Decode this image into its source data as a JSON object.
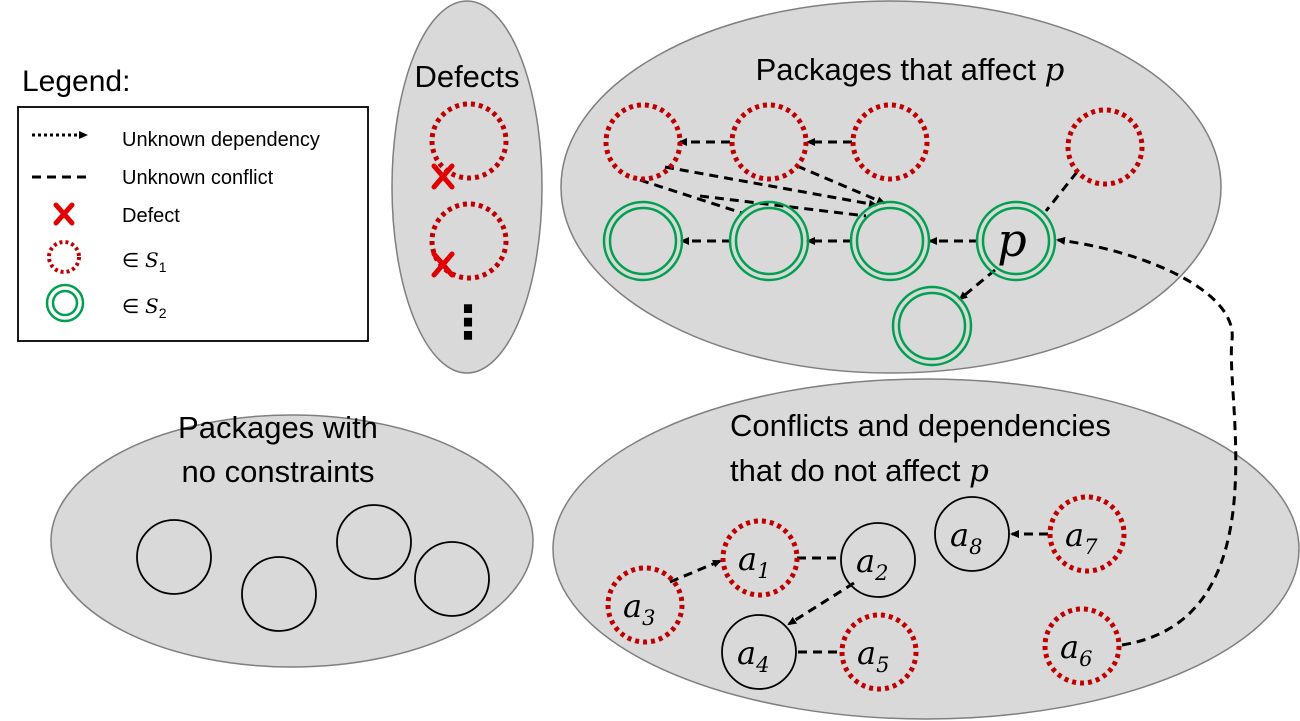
{
  "legend": {
    "title": "Legend:",
    "items": [
      {
        "key": "unknown-dependency",
        "label": "Unknown dependency"
      },
      {
        "key": "unknown-conflict",
        "label": "Unknown conflict"
      },
      {
        "key": "defect",
        "label": "Defect"
      },
      {
        "key": "s1",
        "label_prefix": "∈ ",
        "label_var": "S",
        "label_sub": "1"
      },
      {
        "key": "s2",
        "label_prefix": "∈ ",
        "label_var": "S",
        "label_sub": "2"
      }
    ]
  },
  "regions": {
    "defects": {
      "title": "Defects",
      "ellipsis": "⋮"
    },
    "affect_p": {
      "title_text": "Packages that affect ",
      "title_var": "p"
    },
    "no_constraints": {
      "title_line1": "Packages with",
      "title_line2": "no constraints"
    },
    "not_affect_p": {
      "title_line1": "Conflicts and dependencies",
      "title_line2_text": "that do not affect ",
      "title_line2_var": "p"
    }
  },
  "nodes": {
    "p_label": "p",
    "a1": {
      "base": "a",
      "sub": "1"
    },
    "a2": {
      "base": "a",
      "sub": "2"
    },
    "a3": {
      "base": "a",
      "sub": "3"
    },
    "a4": {
      "base": "a",
      "sub": "4"
    },
    "a5": {
      "base": "a",
      "sub": "5"
    },
    "a6": {
      "base": "a",
      "sub": "6"
    },
    "a7": {
      "base": "a",
      "sub": "7"
    },
    "a8": {
      "base": "a",
      "sub": "8"
    }
  },
  "colors": {
    "s1_stroke": "#c00000",
    "s2_stroke": "#00a050",
    "defect": "#e00000",
    "region_fill": "#d9d9d9",
    "region_stroke": "#7f7f7f"
  }
}
